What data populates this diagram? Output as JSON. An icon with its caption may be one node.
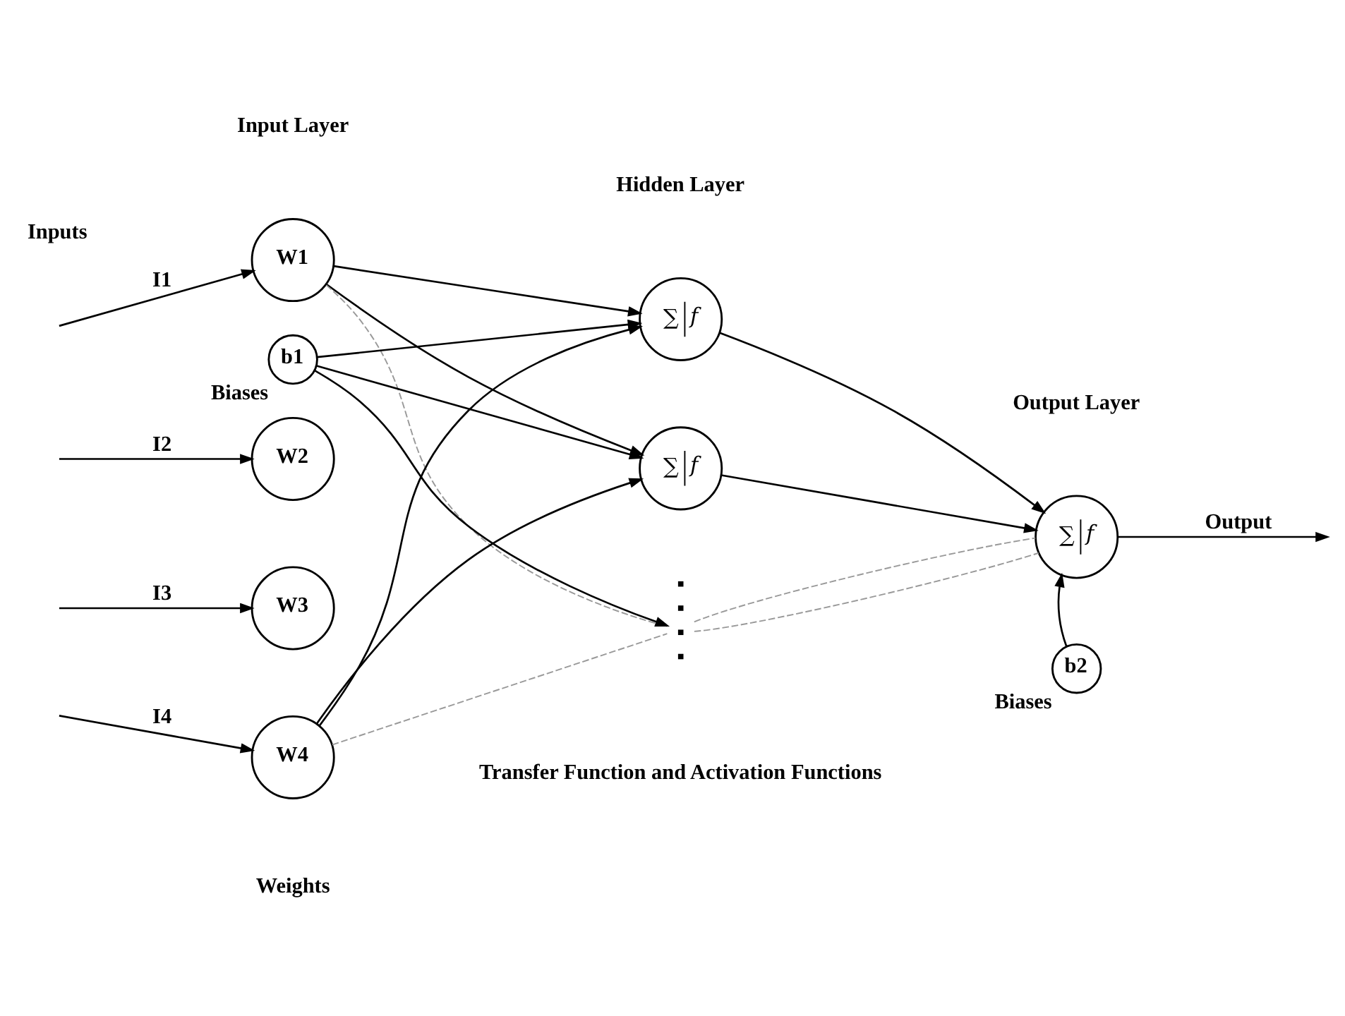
{
  "diagram": {
    "nodes": [
      {
        "text": [
          "W1"
        ]
      },
      {
        "text": [
          "W2"
        ]
      },
      {
        "text": [
          "W3"
        ]
      },
      {
        "text": [
          "W4"
        ]
      },
      {
        "text": [
          "∑",
          "f"
        ]
      },
      {
        "text": [
          "∑",
          "f"
        ]
      },
      {
        "text": [
          "∑",
          "f"
        ]
      },
      {
        "text": [
          "b1"
        ],
        "beside": [
          "Biases"
        ]
      },
      {
        "text": [
          "b2"
        ],
        "beside": [
          "Biases"
        ]
      },
      {
        "text": [],
        "shape": "dots"
      }
    ],
    "edges": [
      {
        "from": null,
        "to": 0,
        "arrow": "to",
        "label": "I1"
      },
      {
        "from": null,
        "to": 1,
        "arrow": "to",
        "label": "I2"
      },
      {
        "from": null,
        "to": 2,
        "arrow": "to",
        "label": "I3"
      },
      {
        "from": null,
        "to": 3,
        "arrow": "to",
        "label": "I4"
      },
      {
        "from": 0,
        "to": 4,
        "arrow": "to"
      },
      {
        "from": 0,
        "to": 5,
        "arrow": "to"
      },
      {
        "from": 0,
        "to": 9,
        "arrow": "none",
        "style": "dashed",
        "color": "#999999"
      },
      {
        "from": 3,
        "to": 4,
        "arrow": "to"
      },
      {
        "from": 3,
        "to": 9,
        "arrow": "none",
        "style": "dashed",
        "color": "#999999"
      },
      {
        "from": 3,
        "to": 5,
        "arrow": "to"
      },
      {
        "from": 7,
        "to": 4,
        "arrow": "to"
      },
      {
        "from": 7,
        "to": 9,
        "arrow": "to"
      },
      {
        "from": 7,
        "to": 5,
        "arrow": "to"
      },
      {
        "from": 4,
        "to": 6,
        "arrow": "to"
      },
      {
        "from": 9,
        "to": 6,
        "arrow": "none",
        "style": "dashed",
        "color": "#999999"
      },
      {
        "from": 9,
        "to": 6,
        "arrow": "none",
        "style": "dashed",
        "color": "#999999"
      },
      {
        "from": 5,
        "to": 6,
        "arrow": "to"
      },
      {
        "from": 8,
        "to": 6,
        "arrow": "to"
      },
      {
        "from": 6,
        "to": null,
        "arrow": "to",
        "label": "Output"
      }
    ],
    "labels": [
      "Input Layer",
      "Hidden Layer",
      "Output Layer",
      "Inputs",
      "Weights",
      "Transfer Function and Activation Functions"
    ]
  }
}
